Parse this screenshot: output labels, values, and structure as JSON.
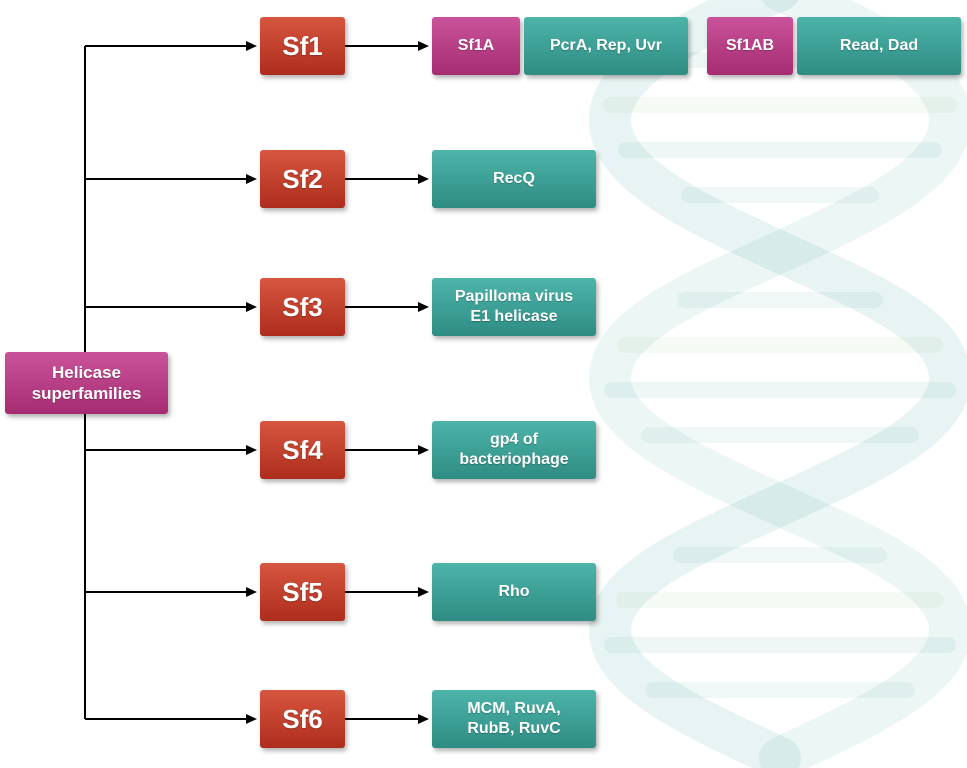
{
  "root": {
    "label": "Helicase\nsuperfamilies"
  },
  "rows": [
    {
      "sf": "Sf1"
    },
    {
      "sf": "Sf2",
      "member": "RecQ"
    },
    {
      "sf": "Sf3",
      "member": "Papilloma virus\nE1 helicase"
    },
    {
      "sf": "Sf4",
      "member": "gp4 of\nbacteriophage"
    },
    {
      "sf": "Sf5",
      "member": "Rho"
    },
    {
      "sf": "Sf6",
      "member": "MCM, RuvA,\nRubB, RuvC"
    }
  ],
  "sf1_children": [
    {
      "label": "Sf1A"
    },
    {
      "label": "PcrA, Rep, Uvr"
    },
    {
      "label": "Sf1AB"
    },
    {
      "label": "Read, Dad"
    }
  ],
  "colors": {
    "magenta": "#b23579",
    "red": "#c23a28",
    "teal": "#39a298",
    "connector": "#000000"
  }
}
